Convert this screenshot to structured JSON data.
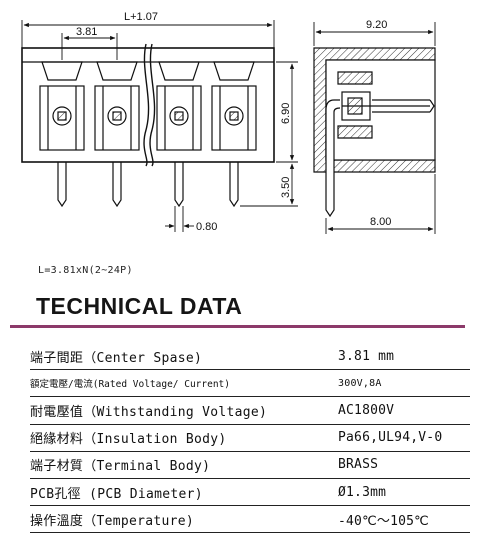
{
  "drawing": {
    "dimensions": {
      "overall_length": "L+1.07",
      "pitch": "3.81",
      "pin_offset": "0.80",
      "body_height": "6.90",
      "pin_length": "3.50",
      "side_width": "9.20",
      "side_depth": "8.00"
    }
  },
  "formula": "L=3.81xN(2~24P)",
  "section_title": "TECHNICAL DATA",
  "specs": [
    {
      "label": "端子間距（Center Spase)",
      "value": "3.81 mm"
    },
    {
      "label": "額定電壓/電流(Rated Voltage/ Current)",
      "value": "300V,8A"
    },
    {
      "label": "耐電壓值（Withstanding Voltage)",
      "value": "AC1800V"
    },
    {
      "label": "絕緣材料（Insulation Body)",
      "value": "Pa66,UL94,V-0"
    },
    {
      "label": "端子材質（Terminal Body)",
      "value": "BRASS"
    },
    {
      "label": "PCB孔徑 (PCB Diameter)",
      "value": "Ø1.3mm"
    },
    {
      "label": "操作溫度（Temperature)",
      "value": "-40℃～105℃"
    }
  ]
}
